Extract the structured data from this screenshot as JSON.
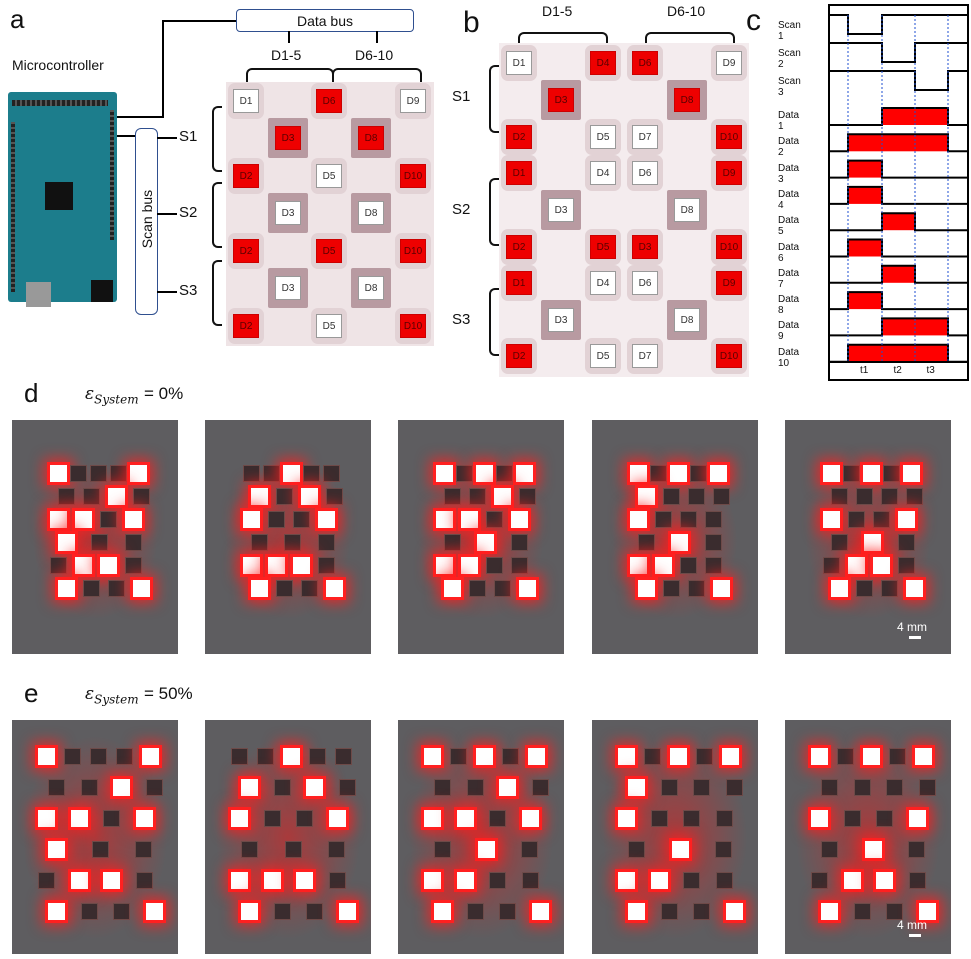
{
  "panel_a": {
    "label": "a",
    "microcontroller": "Microcontroller",
    "data_bus": "Data bus",
    "scan_bus": "Scan bus",
    "group_left": "D1-5",
    "group_right": "D6-10",
    "scan_labels": [
      "S1",
      "S2",
      "S3"
    ],
    "tiles": [
      {
        "label": "D1",
        "on": false
      },
      {
        "label": "D6",
        "on": true
      },
      {
        "label": "D9",
        "on": false
      },
      {
        "label": "D3",
        "on": true
      },
      {
        "label": "D8",
        "on": true
      },
      {
        "label": "D2",
        "on": true
      },
      {
        "label": "D5",
        "on": false
      },
      {
        "label": "D10",
        "on": true
      },
      {
        "label": "D3",
        "on": false
      },
      {
        "label": "D8",
        "on": false
      },
      {
        "label": "D2",
        "on": true
      },
      {
        "label": "D5",
        "on": true
      },
      {
        "label": "D10",
        "on": true
      },
      {
        "label": "D3",
        "on": false
      },
      {
        "label": "D8",
        "on": false
      },
      {
        "label": "D2",
        "on": true
      },
      {
        "label": "D5",
        "on": false
      },
      {
        "label": "D10",
        "on": true
      }
    ]
  },
  "panel_b": {
    "label": "b",
    "group_left": "D1-5",
    "group_right": "D6-10",
    "scan_labels": [
      "S1",
      "S2",
      "S3"
    ],
    "tiles": [
      {
        "label": "D1",
        "on": false
      },
      {
        "label": "D4",
        "on": true
      },
      {
        "label": "D6",
        "on": true
      },
      {
        "label": "D9",
        "on": false
      },
      {
        "label": "D3",
        "on": true
      },
      {
        "label": "D8",
        "on": true
      },
      {
        "label": "D2",
        "on": true
      },
      {
        "label": "D5",
        "on": false
      },
      {
        "label": "D7",
        "on": false
      },
      {
        "label": "D10",
        "on": true
      },
      {
        "label": "D1",
        "on": true
      },
      {
        "label": "D4",
        "on": false
      },
      {
        "label": "D6",
        "on": false
      },
      {
        "label": "D9",
        "on": true
      },
      {
        "label": "D3",
        "on": false
      },
      {
        "label": "D8",
        "on": false
      },
      {
        "label": "D2",
        "on": true
      },
      {
        "label": "D5",
        "on": true
      },
      {
        "label": "D3",
        "on": true
      },
      {
        "label": "D10",
        "on": true
      },
      {
        "label": "D1",
        "on": true
      },
      {
        "label": "D4",
        "on": false
      },
      {
        "label": "D6",
        "on": false
      },
      {
        "label": "D9",
        "on": true
      },
      {
        "label": "D3",
        "on": false
      },
      {
        "label": "D8",
        "on": false
      },
      {
        "label": "D2",
        "on": true
      },
      {
        "label": "D5",
        "on": false
      },
      {
        "label": "D7",
        "on": false
      },
      {
        "label": "D10",
        "on": true
      }
    ]
  },
  "panel_c": {
    "label": "c",
    "time_labels": [
      "t1",
      "t2",
      "t3"
    ],
    "signals": [
      {
        "name": "Scan 1",
        "type": "scan",
        "low": [
          0,
          1
        ]
      },
      {
        "name": "Scan 2",
        "type": "scan",
        "low": [
          1,
          2
        ]
      },
      {
        "name": "Scan 3",
        "type": "scan",
        "low": [
          2,
          3
        ]
      },
      {
        "name": "Data 1",
        "type": "data",
        "high": [
          1,
          3
        ]
      },
      {
        "name": "Data 2",
        "type": "data",
        "high": [
          0,
          3
        ]
      },
      {
        "name": "Data 3",
        "type": "data",
        "high": [
          0,
          1
        ]
      },
      {
        "name": "Data 4",
        "type": "data",
        "high": [
          0,
          1
        ]
      },
      {
        "name": "Data 5",
        "type": "data",
        "high": [
          1,
          2
        ]
      },
      {
        "name": "Data 6",
        "type": "data",
        "high": [
          0,
          1
        ]
      },
      {
        "name": "Data 7",
        "type": "data",
        "high": [
          1,
          2
        ]
      },
      {
        "name": "Data 8",
        "type": "data",
        "high": [
          0,
          1
        ]
      },
      {
        "name": "Data 9",
        "type": "data",
        "high": [
          1,
          3
        ]
      },
      {
        "name": "Data 10",
        "type": "data",
        "high": [
          0,
          3
        ]
      }
    ],
    "colors": {
      "pulse": "#ff0000",
      "gridline": "#1f4fd0"
    }
  },
  "panel_d": {
    "label": "d",
    "eps_symbol": "ε",
    "eps_sub": "System",
    "eps_value": "= 0%",
    "scale": "4 mm"
  },
  "panel_e": {
    "label": "e",
    "eps_symbol": "ε",
    "eps_sub": "System",
    "eps_value": "= 50%",
    "scale": "4 mm"
  }
}
